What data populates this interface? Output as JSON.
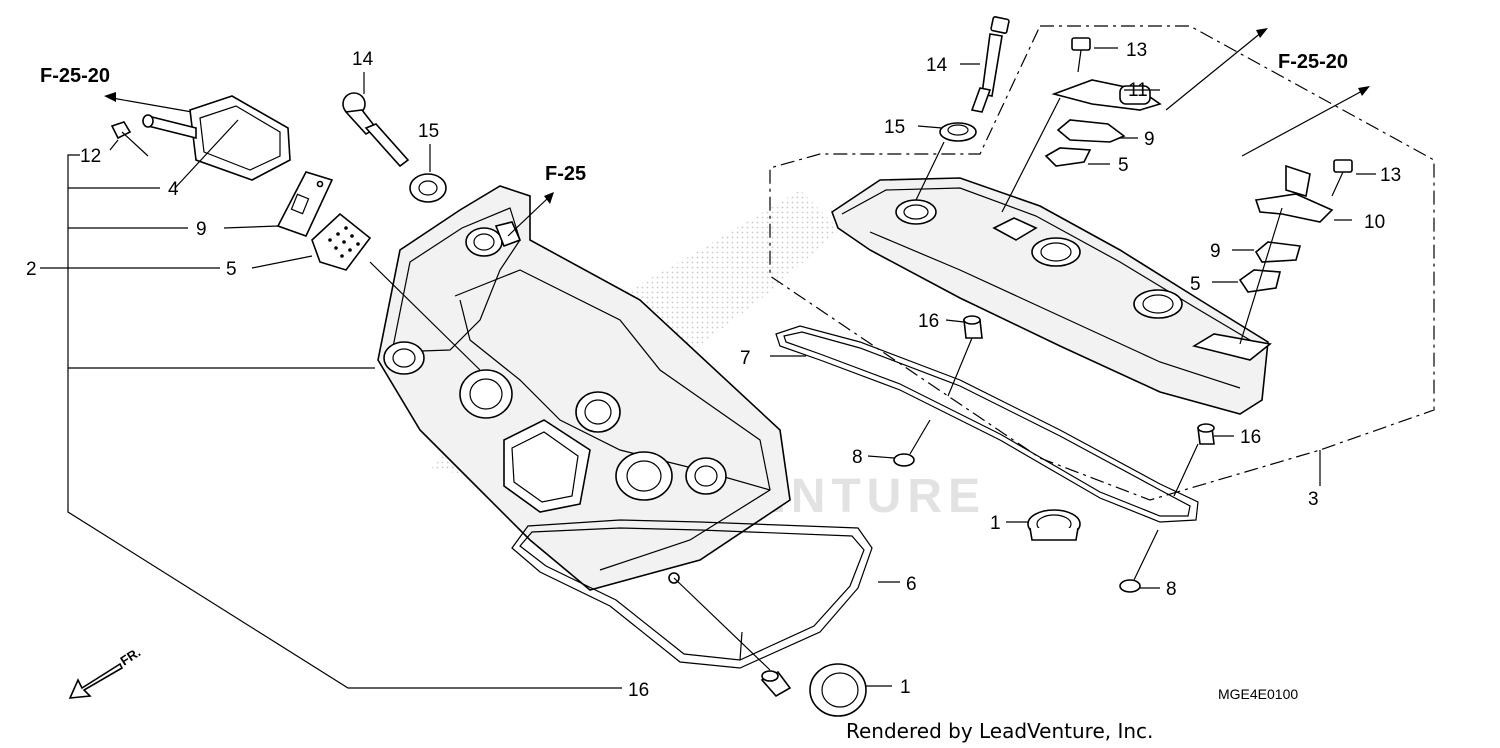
{
  "references": {
    "left_f25_20": "F-25-20",
    "center_f25": "F-25",
    "right_f25_20": "F-25-20"
  },
  "callouts": {
    "l_12": "12",
    "l_4": "4",
    "l_9": "9",
    "l_2": "2",
    "l_5": "5",
    "l_14": "14",
    "l_15": "15",
    "l_16_bottom": "16",
    "l_1_bottom": "1",
    "l_6": "6",
    "r_14": "14",
    "r_15": "15",
    "r_13_top": "13",
    "r_11": "11",
    "r_9_top": "9",
    "r_5_top": "5",
    "r_13_mid": "13",
    "r_10": "10",
    "r_9_mid": "9",
    "r_5_mid": "5",
    "r_16_top": "16",
    "r_7": "7",
    "r_8_top": "8",
    "r_16_right": "16",
    "r_3": "3",
    "r_1": "1",
    "r_8_bottom": "8"
  },
  "front_marker": "FR.",
  "diagram_code": "MGE4E0100",
  "credit": "Rendered by LeadVenture, Inc.",
  "watermark": "LEADVENTURE",
  "colors": {
    "line": "#000000",
    "background": "#ffffff",
    "watermark": "#e2e2e2"
  }
}
